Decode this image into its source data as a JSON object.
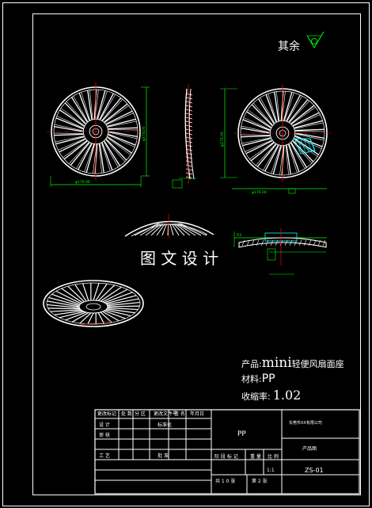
{
  "drawing": {
    "roughness_note": "其余",
    "watermark": "图 文 设 计",
    "product": {
      "label": "产品:",
      "name_latin": "mini",
      "name_cjk": "轻便风扇面座"
    },
    "material": {
      "label": "材料:",
      "value": "PP"
    },
    "shrinkage": {
      "label": "收缩率:",
      "value": "1.02"
    },
    "dim_texts": [
      "φ176.00",
      "φ174.00",
      "φ176.00",
      "φ175.00",
      "R3"
    ]
  },
  "title_block": {
    "headers": [
      "更改标记",
      "处 数",
      "分 区",
      "更改文件号",
      "签 名",
      "年月日"
    ],
    "row_labels": [
      "设 计",
      "审 核",
      "工 艺"
    ],
    "standard_label": "标准化",
    "approve_label": "批 准",
    "material_cell": "PP",
    "company_cell": "东莞市XX有限公司",
    "drawing_name": "产品图",
    "stage_headers": [
      "阶 段 标 记",
      "重 量",
      "比 例"
    ],
    "scale_value": "1:1",
    "drawing_no": "ZS-01",
    "sheet_total": "共 1 0 张",
    "sheet_index": "第 2 张"
  },
  "colors": {
    "background": "#000000",
    "linework": "#ffffff",
    "dimension": "#00ff00",
    "centerline": "#ff0000",
    "hatch": "#00ffff",
    "symbol": "#00e000"
  }
}
